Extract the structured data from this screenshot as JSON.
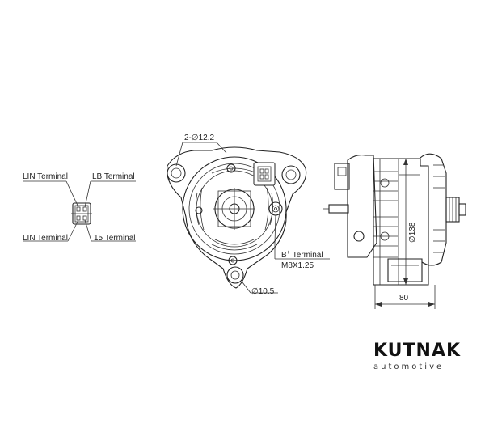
{
  "connector_labels": {
    "lin_top": "LIN Terminal",
    "lb": "LB Terminal",
    "lin_bottom": "LIN Terminal",
    "t15": "15 Terminal"
  },
  "front_view": {
    "hole_spec": "2-∅12.2",
    "b_terminal": "Terminal",
    "b_symbol": "B",
    "b_superscript": "+",
    "thread": "M8X1.25",
    "bottom_hole": "∅10.5"
  },
  "side_view": {
    "diameter": "∅138",
    "width": "80"
  },
  "brand": {
    "name": "KUTNAK",
    "tagline": "automotive",
    "color": "#111111",
    "accent": "#c0392b"
  }
}
